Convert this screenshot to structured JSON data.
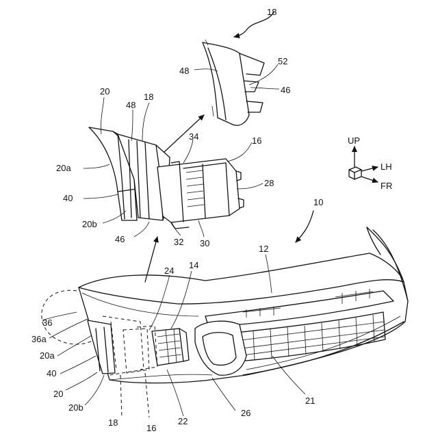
{
  "colors": {
    "ink": "#111111",
    "paper": "#ffffff"
  },
  "labels": {
    "l18_top": "18",
    "l52": "52",
    "l48_top": "48",
    "l46_top": "46",
    "l20_top": "20",
    "l48_mid": "48",
    "l18_mid": "18",
    "l34": "34",
    "l16_top": "16",
    "l20a_top": "20a",
    "l28": "28",
    "l40_top": "40",
    "l20b_top": "20b",
    "l46_mid": "46",
    "l32": "32",
    "l30": "30",
    "l10": "10",
    "l12": "12",
    "l24": "24",
    "l14": "14",
    "l36": "36",
    "l36a": "36a",
    "l20a_bot": "20a",
    "l40_bot": "40",
    "l20_bot": "20",
    "l20b_bot": "20b",
    "l18_bot": "18",
    "l16_bot": "16",
    "l22": "22",
    "l26": "26",
    "l21": "21"
  },
  "axes": {
    "up": "UP",
    "lh": "LH",
    "fr": "FR"
  }
}
